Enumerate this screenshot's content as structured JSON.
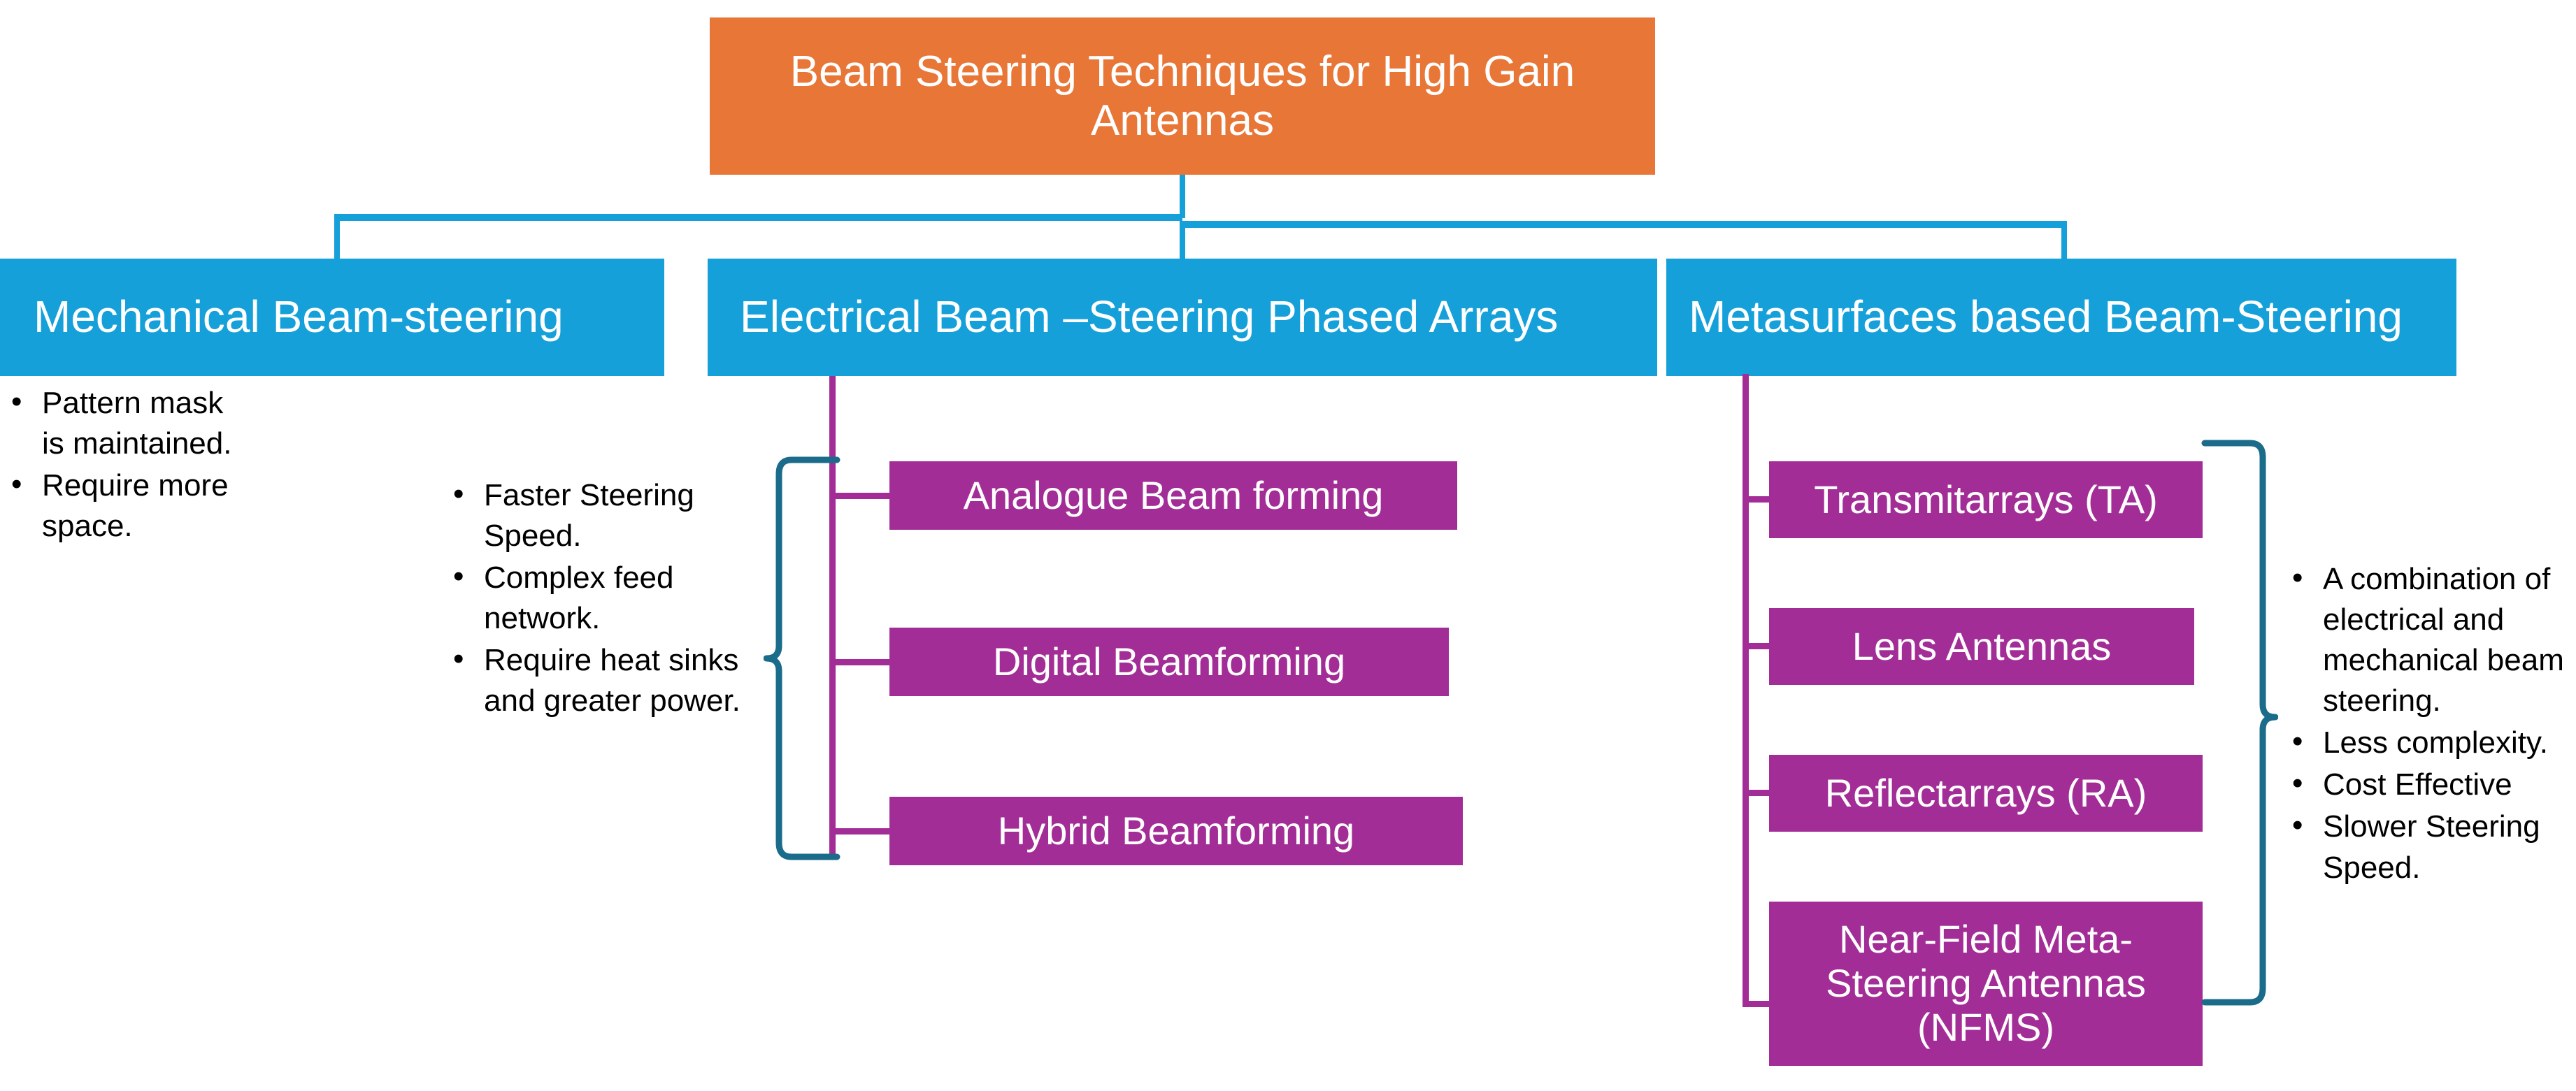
{
  "colors": {
    "root": "#E87637",
    "category": "#15A0DA",
    "leaf": "#A32D96",
    "brace": "#1B6B8A",
    "text_light": "#FFFFFF",
    "text_dark": "#000000"
  },
  "diagram": {
    "type": "tree",
    "root": {
      "label": "Beam Steering Techniques for High Gain Antennas"
    },
    "branches": [
      {
        "label": "Mechanical Beam-steering",
        "children": [],
        "notes": [
          "Pattern mask is maintained.",
          "Require more space."
        ]
      },
      {
        "label": "Electrical Beam –Steering Phased Arrays",
        "children": [
          {
            "label": "Analogue Beam forming"
          },
          {
            "label": "Digital Beamforming"
          },
          {
            "label": "Hybrid Beamforming"
          }
        ],
        "notes": [
          "Faster Steering Speed.",
          "Complex feed network.",
          "Require heat sinks and greater power."
        ]
      },
      {
        "label": "Metasurfaces based Beam-Steering",
        "children": [
          {
            "label": "Transmitarrays (TA)"
          },
          {
            "label": "Lens Antennas"
          },
          {
            "label": "Reflectarrays (RA)"
          },
          {
            "label": "Near-Field Meta-Steering Antennas (NFMS)"
          }
        ],
        "notes": [
          "A combination of electrical and mechanical beam steering.",
          "Less complexity.",
          "Cost Effective",
          "Slower Steering Speed."
        ]
      }
    ]
  }
}
